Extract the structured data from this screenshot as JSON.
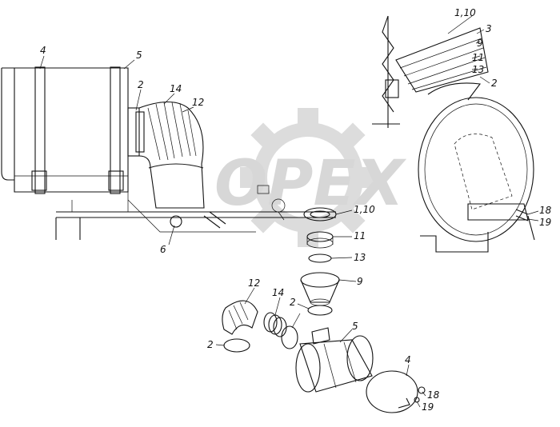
{
  "watermark": {
    "text": "OPEX",
    "color": "#d7d7d7"
  },
  "labels": {
    "top_left_4": "4",
    "top_left_5": "5",
    "top_left_2": "2",
    "top_left_14": "14",
    "top_left_12": "12",
    "top_left_6": "6",
    "top_right_110": "1,10",
    "top_right_3": "3",
    "top_right_9": "9",
    "top_right_11": "11",
    "top_right_13": "13",
    "top_right_2": "2",
    "right_18": "18",
    "right_19": "19",
    "mid_110": "1,10",
    "mid_11": "11",
    "mid_13": "13",
    "mid_9": "9",
    "bottom_12": "12",
    "bottom_14": "14",
    "bottom_2_upper": "2",
    "bottom_2_left": "2",
    "bottom_5": "5",
    "bottom_4": "4",
    "bottom_18": "18",
    "bottom_19": "19"
  }
}
